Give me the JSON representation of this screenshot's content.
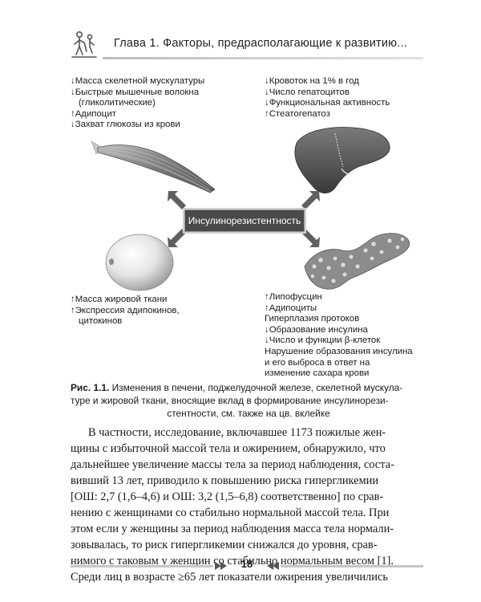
{
  "header": {
    "title": "Глава 1. Факторы, предрасполагающие к развитию..."
  },
  "diagram": {
    "center_label": "Инсулинорезистентность",
    "top_left": [
      "↓Масса скелетной мускулатуры",
      "↓Быстрые мышечные волокна",
      "(гликолитические)",
      "↑Адипоцит",
      "↓Захват глюкозы из крови"
    ],
    "top_right": [
      "↓Кровоток на 1% в год",
      "↓Число гепатоцитов",
      "↓Функциональная активность",
      "↑Стеатогепатоз"
    ],
    "bottom_left": [
      "↑Масса жировой ткани",
      "↑Экспрессия адипокинов,",
      "цитокинов"
    ],
    "bottom_right": [
      "↑Липофусцин",
      "↑Адипоциты",
      "Гиперплазия протоков",
      "↓Образование инсулина",
      "↓Число и функции β-клеток",
      "Нарушение образования инсулина",
      "и его выброса в ответ на",
      "изменение сахара крови"
    ]
  },
  "caption": {
    "label": "Рис. 1.1.",
    "line1": " Изменения в печени, поджелудочной железе, скелетной мускула-",
    "line2": "туре и жировой ткани, вносящие вклад в формирование инсулинорези-",
    "line3": "стентности, см. также на цв. вклейке"
  },
  "body": [
    "В частности, исследование, включавшее 1173 пожилые жен-",
    "щины с избыточной массой тела и ожирением, обнаружило, что",
    "дальнейшее увеличение массы тела за период наблюдения, соста-",
    "вивший 13 лет, приводило к повышению риска гипергликемии",
    "[ОШ: 2,7 (1,6–4,6) и ОШ: 3,2 (1,5–6,8) соответственно] по срав-",
    "нению с женщинами со стабильно нормальной массой тела. При",
    "этом если у женщины за период наблюдения масса тела нормали-",
    "зовывалась, то риск гипергликемии снижался до уровня, срав-",
    "нимого с таковым у женщин со стабильно нормальным весом [1].",
    "Среди лиц в возрасте ≥65 лет показатели ожирения увеличились"
  ],
  "footer": {
    "page_number": "18"
  }
}
